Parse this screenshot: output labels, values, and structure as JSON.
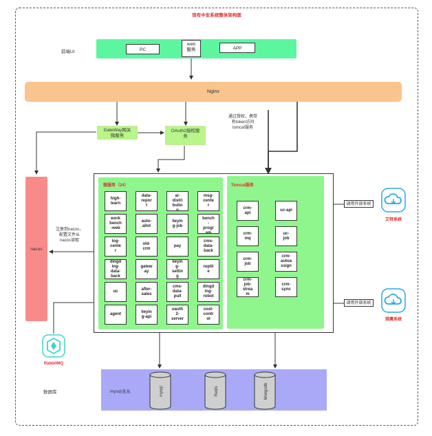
{
  "title": "现有中安系统整体架构图",
  "layers": {
    "frontend": "前端UI",
    "database": "数据库"
  },
  "frontend": {
    "pc": "PC",
    "web": "web\n服务",
    "app": "APP"
  },
  "nginx": "Nginx",
  "gateway": "GateWay网关\n微服务",
  "oauth": "OAuth2授权服\n务",
  "tomcat_note": "通过授权，携带\n有token访问\ntomcat服务",
  "nacos": {
    "label": "nacos",
    "note": "注册到nacos，\n配置文件从\nnacos读取"
  },
  "micro": {
    "title": "微服务（24）",
    "services": [
      "high-\nlearn",
      "data-\nrepor\nt",
      "crm-\nai-\ndistri\nbutio\nn",
      "msg-\ncente\nr",
      "work\nbench\n-web",
      "auto-\nallot",
      "lieyin\ng-job",
      "work\nbench\n-\nprogr\nam",
      "log-\ncente\nr",
      "old-\ncrm",
      "pay",
      "cms-\ndata-\nback",
      "dingd\ning-\ndata-\nback",
      "gatew\nay",
      "lieyin\ng-\nsettin\ng",
      "reptil\ne",
      "uc",
      "after-\nsales",
      "cms-\ndata-\npull",
      "dingd\ning-\nrobot",
      "agent",
      "lieyin\ng-api",
      "oauth\n2-\nserver",
      "cost-\ncontr\nol"
    ]
  },
  "tomcat": {
    "title": "Tomcat服务",
    "services": [
      "crm-\napi",
      "uc-api",
      "crm-\nmq",
      "uc-\njob",
      "crm-\njob",
      "crm-\nautoa\nssign",
      "crm-\njob-\nstrea\nm",
      "crm-\nsync"
    ]
  },
  "external": [
    {
      "call": "调用外部系统",
      "name": "艾特系统"
    },
    {
      "call": "调用外部系统",
      "name": "猎鹰系统"
    }
  ],
  "rabbitmq": "RabbitMQ",
  "database": {
    "cluster": "mysql主从",
    "items": [
      "mysql",
      "Redis",
      "Mongodb"
    ]
  },
  "colors": {
    "title_red": "#e03030",
    "front_green": "#5cf5a0",
    "nginx_orange": "#f9c48d",
    "panel_green": "#8ff58d",
    "nacos_red": "#f98a8a",
    "db_purple": "#a9a9f8",
    "icon_cyan": "#38d6c8",
    "icon_blue": "#29a8e0"
  }
}
